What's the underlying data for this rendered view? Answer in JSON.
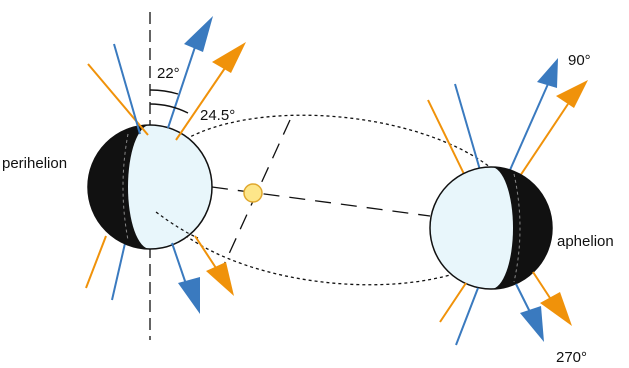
{
  "labels": {
    "perihelion": "perihelion",
    "aphelion": "aphelion",
    "angle_small": "22°",
    "angle_large": "24.5°",
    "deg_top": "90°",
    "deg_bottom": "270°"
  },
  "colors": {
    "blue_axis": "#3a7abf",
    "orange_axis": "#f0920a",
    "sphere_light": "#e8f6fb",
    "sphere_dark": "#111111",
    "sun_fill": "#fde68a",
    "sun_stroke": "#e0a82e"
  }
}
